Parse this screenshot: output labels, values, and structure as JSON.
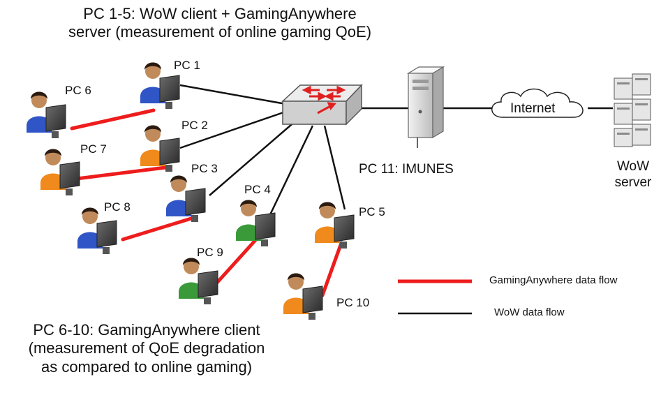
{
  "top_caption": [
    "PC 1-5: WoW client + GamingAnywhere",
    "server (measurement of online gaming QoE)"
  ],
  "bottom_caption": [
    "PC 6-10: GamingAnywhere client",
    "(measurement of QoE degradation",
    "as compared to online gaming)"
  ],
  "pcs": {
    "pc1": "PC 1",
    "pc2": "PC 2",
    "pc3": "PC 3",
    "pc4": "PC 4",
    "pc5": "PC 5",
    "pc6": "PC 6",
    "pc7": "PC 7",
    "pc8": "PC 8",
    "pc9": "PC 9",
    "pc10": "PC 10"
  },
  "imunes_label": "PC 11: IMUNES",
  "internet_label": "Internet",
  "wow_server_label": [
    "WoW",
    "server"
  ],
  "legend": {
    "ga_flow": "GamingAnywhere data flow",
    "wow_flow": "WoW data flow"
  },
  "colors": {
    "ga_flow": "#ee1c1c",
    "wow_flow": "#111111",
    "shirt_blue": "#2f55c6",
    "shirt_orange": "#f08a1c",
    "shirt_green": "#3a9a3a",
    "router": "#d9d9d9",
    "router_arrow": "#e02020"
  }
}
